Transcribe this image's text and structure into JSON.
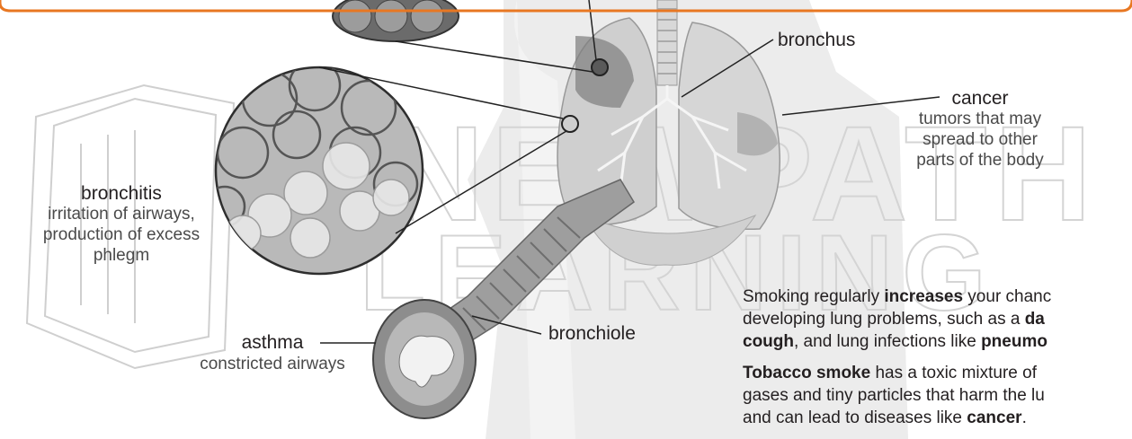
{
  "colors": {
    "border": "#e87722",
    "silhouette": "#e6e6e6",
    "lung": "#c9c9c9",
    "lung_dark": "#8a8a8a",
    "text": "#231f20"
  },
  "watermark": {
    "line1": "NEWPATH",
    "line2": "LEARNING"
  },
  "labels": {
    "bronchus": {
      "term": "bronchus"
    },
    "cancer": {
      "term": "cancer",
      "desc1": "tumors that may",
      "desc2": "spread to other",
      "desc3": "parts of the body"
    },
    "bronchitis": {
      "term": "bronchitis",
      "desc1": "irritation of airways,",
      "desc2": "production of excess",
      "desc3": "phlegm"
    },
    "bronchiole": {
      "term": "bronchiole"
    },
    "asthma": {
      "term": "asthma",
      "desc1": "constricted airways"
    }
  },
  "info": {
    "p1": {
      "a": "Smoking regularly ",
      "b": "increases",
      "c": " your chanc",
      "d": "developing lung problems, such as a ",
      "e": "da",
      "f": "cough",
      "g": ", and lung infections like ",
      "h": "pneumo"
    },
    "p2": {
      "a": "Tobacco smoke",
      "b": " has a toxic mixture of",
      "c": "gases and tiny particles that harm the lu",
      "d": "and can lead to diseases like ",
      "e": "cancer",
      "f": "."
    }
  }
}
